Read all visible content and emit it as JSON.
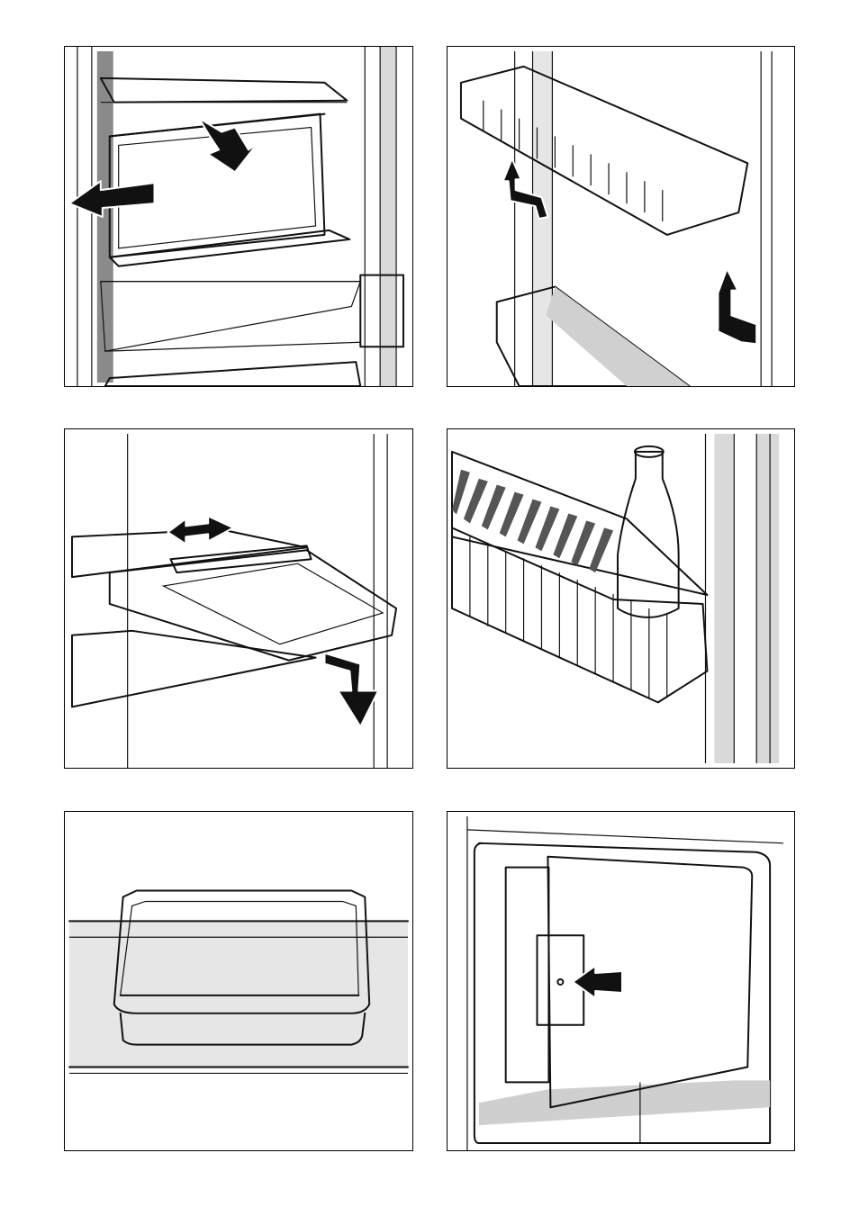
{
  "page": {
    "panels": [
      {
        "id": "p1",
        "subject": "drawer-removal",
        "icons": [
          "arrow-down-icon",
          "arrow-left-icon"
        ]
      },
      {
        "id": "p2",
        "subject": "door-shelf-lift",
        "icons": [
          "arrow-up-curved-icon",
          "arrow-up-curved-icon"
        ]
      },
      {
        "id": "p3",
        "subject": "sliding-tray",
        "icons": [
          "arrow-left-right-icon",
          "arrow-down-icon"
        ]
      },
      {
        "id": "p4",
        "subject": "bottle-shelf",
        "icons": [
          "bottle-icon"
        ]
      },
      {
        "id": "p5",
        "subject": "storage-box",
        "icons": []
      },
      {
        "id": "p6",
        "subject": "freezer-door-handle",
        "icons": [
          "arrow-left-icon"
        ]
      }
    ],
    "colors": {
      "line": "#111111",
      "shade_light": "#e6e6e6",
      "shade_mid": "#cfcfcf",
      "shade_dark": "#8a8a8a"
    }
  }
}
